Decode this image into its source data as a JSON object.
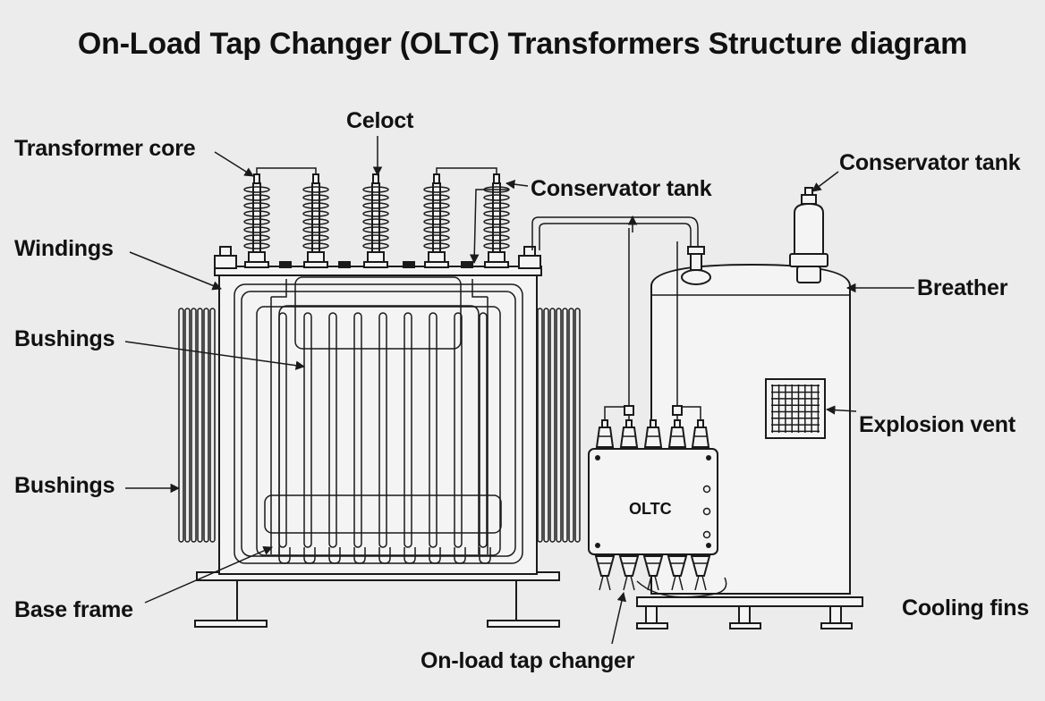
{
  "title": "On-Load Tap Changer (OLTC) Transformers Structure diagram",
  "labels": {
    "transformer_core": "Transformer core",
    "celoct": "Celoct",
    "conservator_tank_mid": "Conservator tank",
    "conservator_tank_top": "Conservator tank",
    "windings": "Windings",
    "bushings_upper": "Bushings",
    "bushings_lower": "Bushings",
    "breather": "Breather",
    "explosion_vent": "Explosion vent",
    "base_frame": "Base frame",
    "cooling_fins": "Cooling fins",
    "on_load_tap_changer": "On-load tap changer"
  },
  "oltc_box_label": "OLTC",
  "colors": {
    "background": "#ececec",
    "line": "#1a1a1a"
  }
}
